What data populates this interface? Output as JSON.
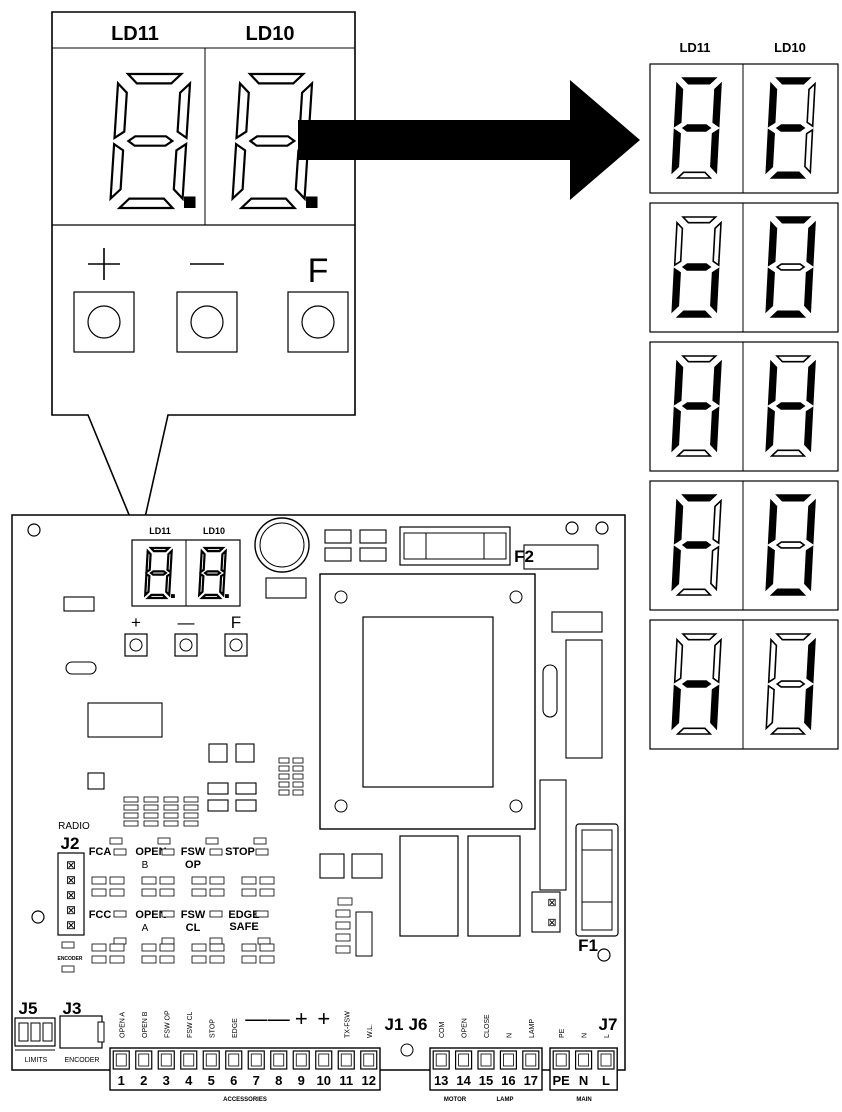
{
  "zoom_panel": {
    "digit_labels": [
      "LD11",
      "LD10"
    ],
    "buttons": [
      "+",
      "—",
      "F"
    ]
  },
  "codes_panel": {
    "digit_labels": [
      "LD11",
      "LD10"
    ],
    "rows": [
      {
        "left": "A",
        "right": "E"
      },
      {
        "left": "O",
        "right": "0"
      },
      {
        "left": "H",
        "right": "H"
      },
      {
        "left": "F",
        "right": "0"
      },
      {
        "left": "H_low",
        "right": "1"
      }
    ]
  },
  "board": {
    "display_labels": [
      "LD11",
      "LD10"
    ],
    "buttons": [
      "+",
      "—",
      "F"
    ],
    "fuses": {
      "f1": "F1",
      "f2": "F2"
    },
    "radio_label": "RADIO",
    "encoder_label": "ENCODER",
    "connector_labels": {
      "j1": "J1",
      "j2": "J2",
      "j3": "J3",
      "j5": "J5",
      "j6": "J6",
      "j7": "J7"
    },
    "signal_labels": {
      "fca": "FCA",
      "fcc": "FCC",
      "open_b_1": "OPEN",
      "open_b_2": "B",
      "open_a_1": "OPEN",
      "open_a_2": "A",
      "fsw_op_1": "FSW",
      "fsw_op_2": "OP",
      "fsw_cl_1": "FSW",
      "fsw_cl_2": "CL",
      "stop": "STOP",
      "edge": "EDGE",
      "safe": "SAFE"
    },
    "accessories_terminals": [
      {
        "num": "1",
        "label": "OPEN A"
      },
      {
        "num": "2",
        "label": "OPEN B"
      },
      {
        "num": "3",
        "label": "FSW OP"
      },
      {
        "num": "4",
        "label": "FSW CL"
      },
      {
        "num": "5",
        "label": "STOP"
      },
      {
        "num": "6",
        "label": "EDGE"
      },
      {
        "num": "7",
        "label": "—"
      },
      {
        "num": "8",
        "label": "—"
      },
      {
        "num": "9",
        "label": "+"
      },
      {
        "num": "10",
        "label": "+"
      },
      {
        "num": "11",
        "label": "TX-FSW"
      },
      {
        "num": "12",
        "label": "W.L."
      }
    ],
    "motor_terminals": [
      {
        "num": "13",
        "label": "COM"
      },
      {
        "num": "14",
        "label": "OPEN"
      },
      {
        "num": "15",
        "label": "CLOSE"
      },
      {
        "num": "16",
        "label": "N"
      },
      {
        "num": "17",
        "label": "LAMP"
      }
    ],
    "main_terminals": [
      {
        "num": "PE",
        "label": "PE"
      },
      {
        "num": "N",
        "label": "N"
      },
      {
        "num": "L",
        "label": "L"
      }
    ],
    "group_labels": {
      "accessories": "ACCESSORIES",
      "motor": "MOTOR",
      "lamp": "LAMP",
      "main": "MAIN",
      "limits": "LIMITS",
      "encoder": "ENCODER"
    }
  }
}
